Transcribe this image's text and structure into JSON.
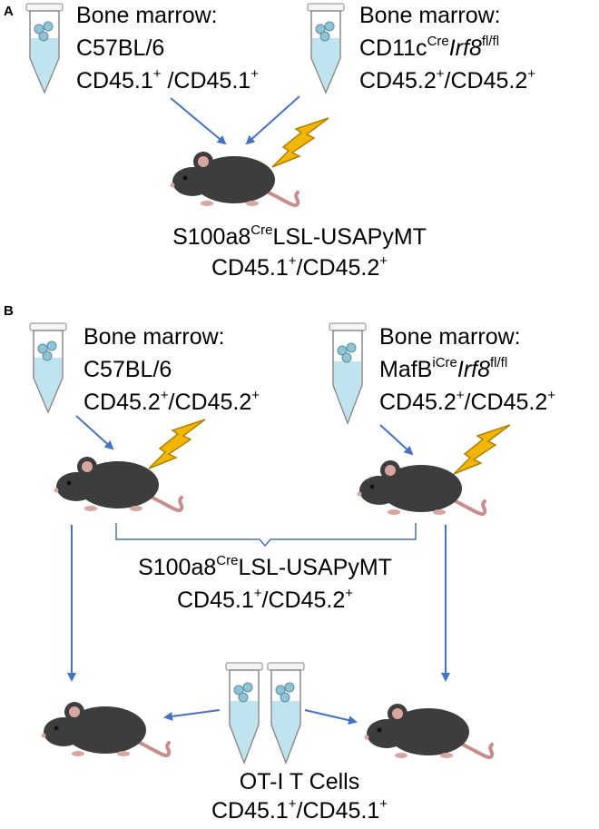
{
  "panels": {
    "a": {
      "label": "A",
      "donor1": {
        "title": "Bone marrow:",
        "strain": "C57BL/6",
        "marker_base": "CD45.1",
        "marker_sup": "+",
        "marker_sep": " /CD45.1",
        "marker_sup2": "+"
      },
      "donor2": {
        "title": "Bone marrow:",
        "strain_base": "CD11c",
        "strain_sup": "Cre",
        "strain_gene": "Irf8",
        "strain_sup2": "fl/fl",
        "marker_base": "CD45.2",
        "marker_sup": "+",
        "marker_sep": "/CD45.2",
        "marker_sup2": "+"
      },
      "recipient": {
        "name_base": "S100a8",
        "name_sup": "Cre",
        "name_rest": "LSL-USAPyMT",
        "marker_base": "CD45.1",
        "marker_sup": "+",
        "marker_sep": "/CD45.2",
        "marker_sup2": "+"
      }
    },
    "b": {
      "label": "B",
      "donor1": {
        "title": "Bone marrow:",
        "strain": "C57BL/6",
        "marker_base": "CD45.2",
        "marker_sup": "+",
        "marker_sep": "/CD45.2",
        "marker_sup2": "+"
      },
      "donor2": {
        "title": "Bone marrow:",
        "strain_base": "MafB",
        "strain_sup": "iCre",
        "strain_gene": "Irf8",
        "strain_sup2": "fl/fl",
        "marker_base": "CD45.2",
        "marker_sup": "+",
        "marker_sep": "/CD45.2",
        "marker_sup2": "+"
      },
      "recipient": {
        "name_base": "S100a8",
        "name_sup": "Cre",
        "name_rest": "LSL-USAPyMT",
        "marker_base": "CD45.1",
        "marker_sup": "+",
        "marker_sep": "/CD45.2",
        "marker_sup2": "+"
      },
      "transfer": {
        "name": "OT-I T Cells",
        "marker_base": "CD45.1",
        "marker_sup": "+",
        "marker_sep": "/CD45.1",
        "marker_sup2": "+"
      }
    }
  },
  "colors": {
    "arrow": "#4472C4",
    "mouse": "#3d3d3d",
    "ear": "#d9a5a0",
    "tail": "#c98c8c",
    "bolt": "#f2b705",
    "tube_liquid": "#bfe3ef",
    "cells": "#8fc3d6"
  }
}
